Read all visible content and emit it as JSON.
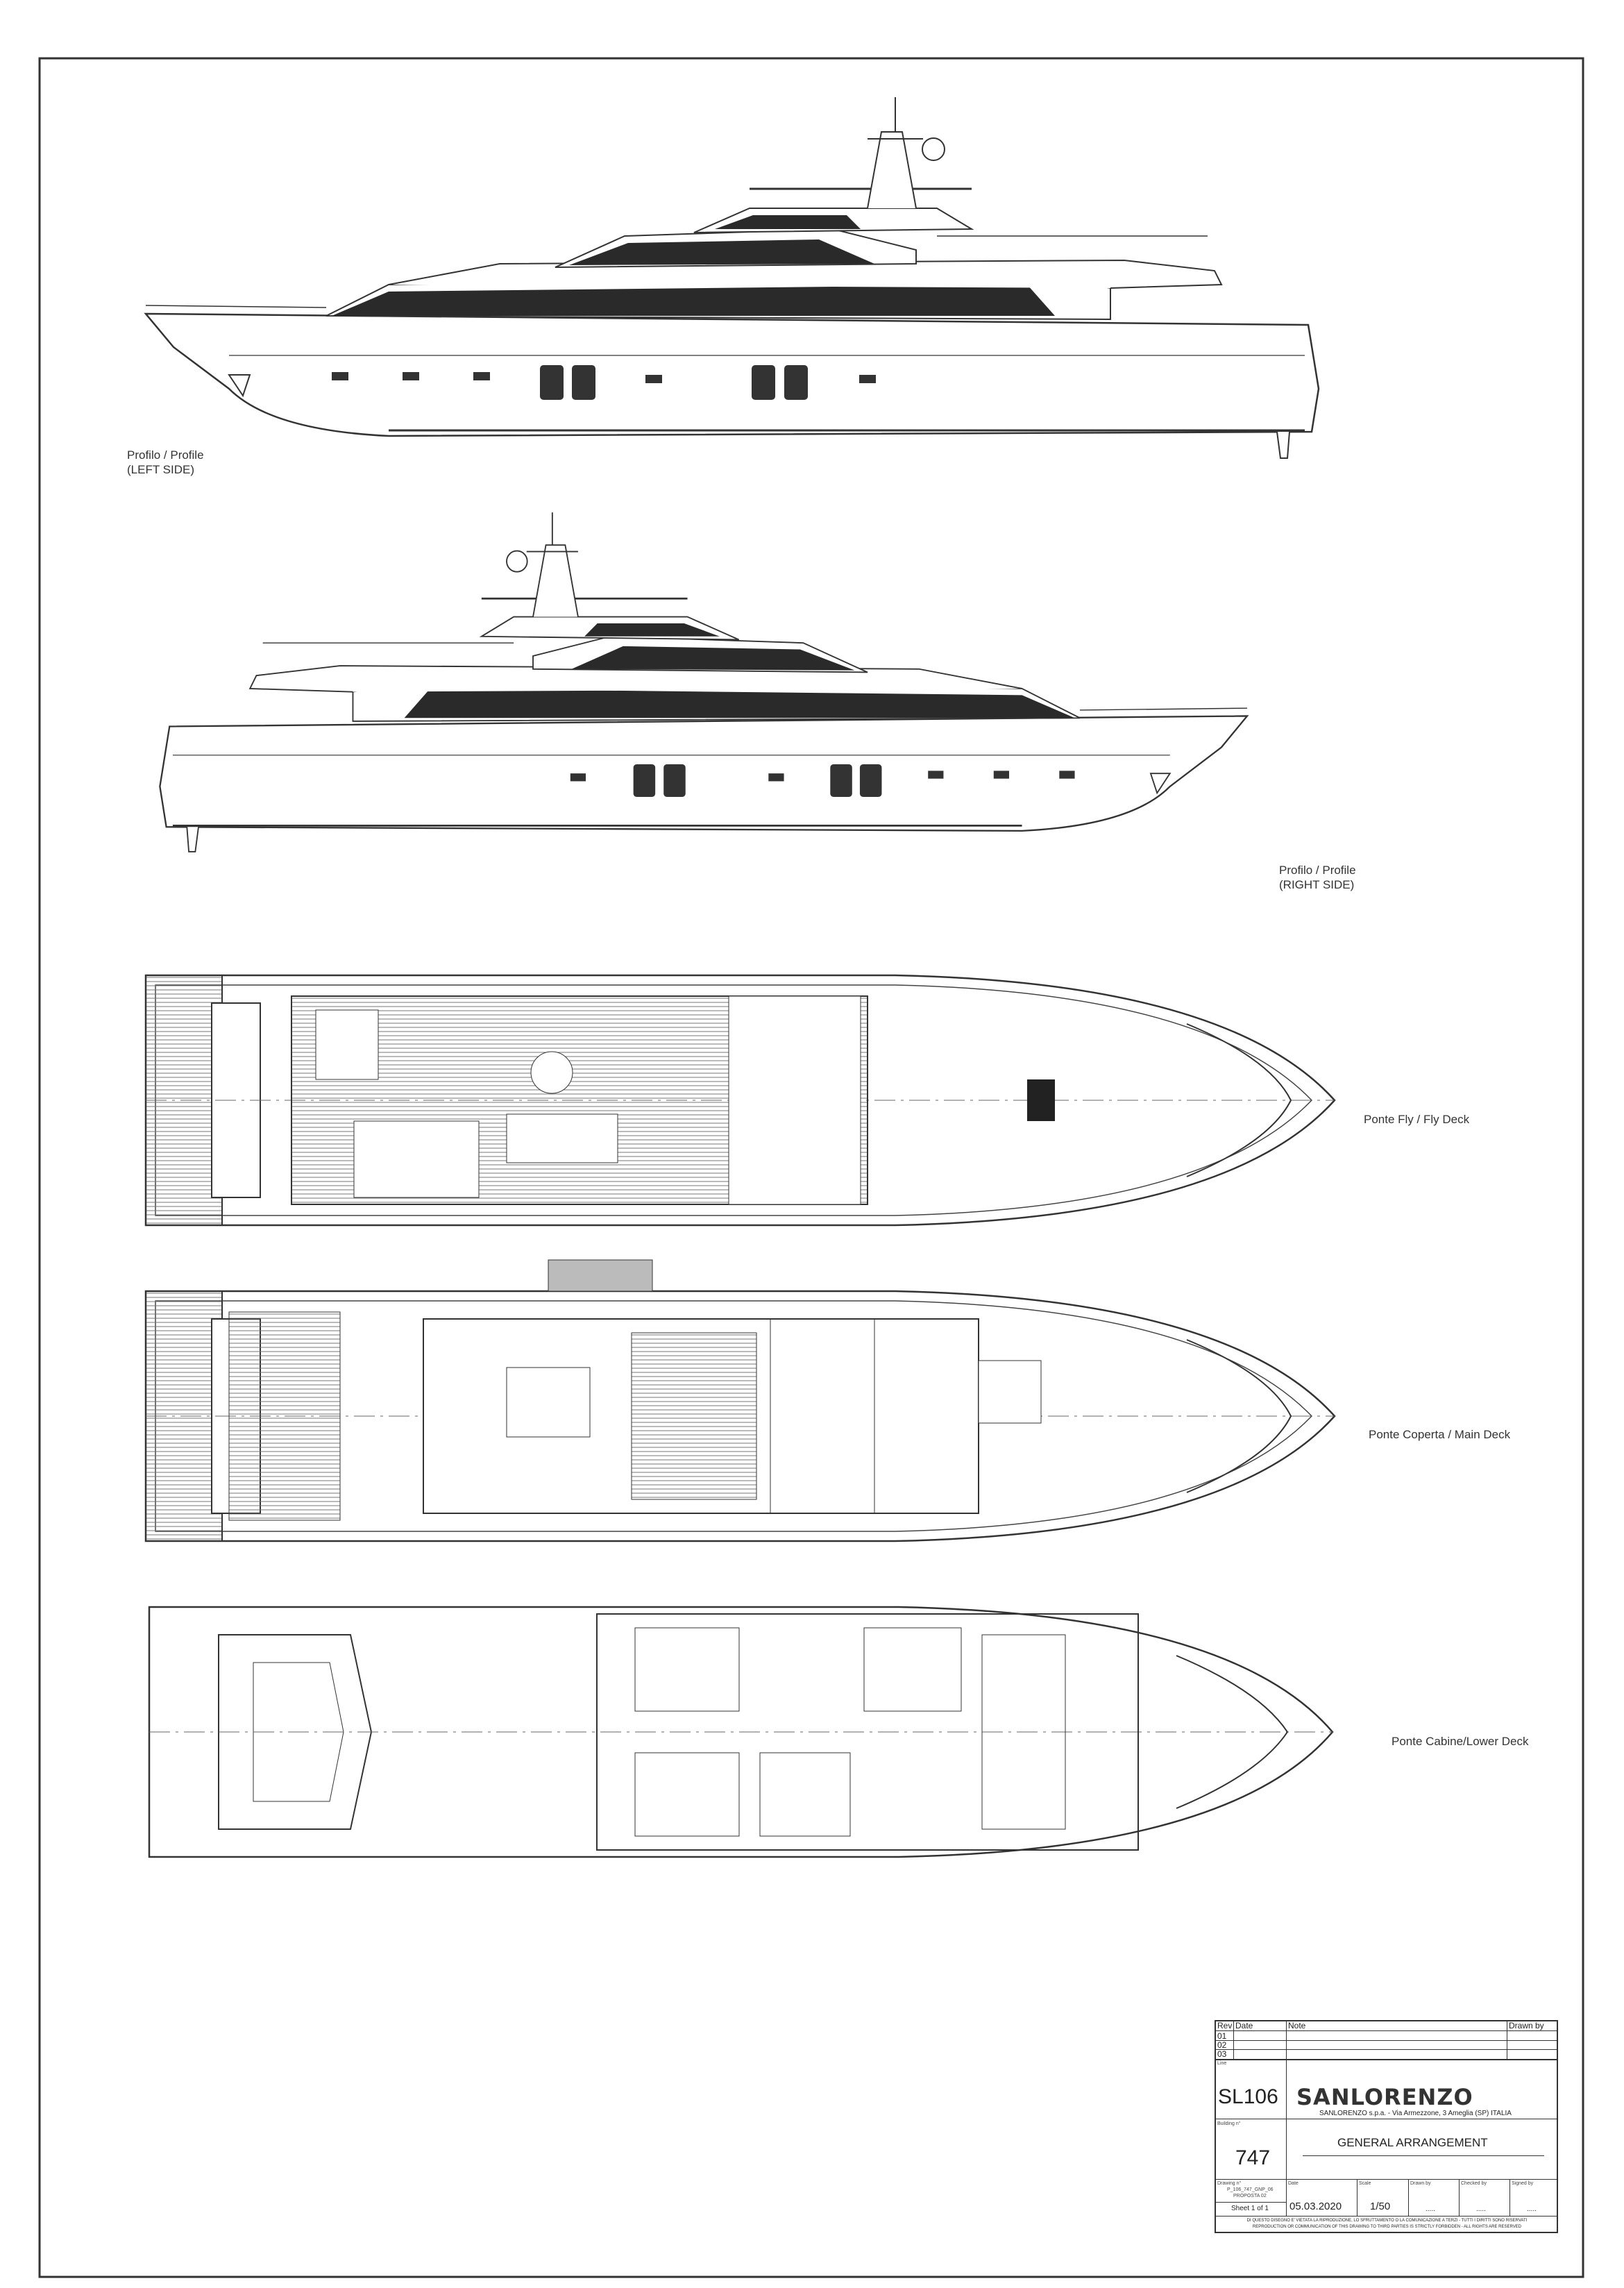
{
  "views": {
    "left_profile": {
      "line1": "Profilo / Profile",
      "line2": "(LEFT SIDE)"
    },
    "right_profile": {
      "line1": "Profilo / Profile",
      "line2": "(RIGHT SIDE)"
    },
    "fly_deck": "Ponte Fly / Fly Deck",
    "main_deck": "Ponte Coperta / Main Deck",
    "lower_deck": "Ponte Cabine/Lower Deck"
  },
  "title_block": {
    "rev_header": "Rev",
    "date_header": "Date",
    "note_header": "Note",
    "drawn_by_header": "Drawn by",
    "revisions": [
      "01",
      "02",
      "03"
    ],
    "line_label": "Line",
    "line_value": "SL106",
    "brand": "SANLORENZO",
    "address": "SANLORENZO s.p.a. - Via Armezzone, 3 Ameglia (SP) ITALIA",
    "building_label": "Building n°",
    "building_value": "747",
    "title": "GENERAL ARRANGEMENT",
    "drawing_label": "Drawing n°",
    "drawing_value": "P_106_747_GNP_06",
    "drawing_sub": "PROPOSTA 02",
    "sheet": "Sheet 1 of 1",
    "date_label": "Date",
    "date_value": "05.03.2020",
    "scale_label": "Scale",
    "scale_value": "1/50",
    "drawn_label": "Drawn by",
    "checked_label": "Checked by",
    "signed_label": "Signed by",
    "signature_placeholder": ".....",
    "notice_it": "DI QUESTO DISEGNO E' VIETATA LA RIPRODUZIONE, LO SFRUTTAMENTO O LA COMUNICAZIONE A TERZI - TUTTI I DIRITTI SONO RISERVATI",
    "notice_en": "REPRODUCTION OR COMMUNICATION OF THIS DRAWING TO THIRD PARTIES IS STRICTLY FORBIDDEN - ALL RIGHTS ARE RESERVED"
  }
}
